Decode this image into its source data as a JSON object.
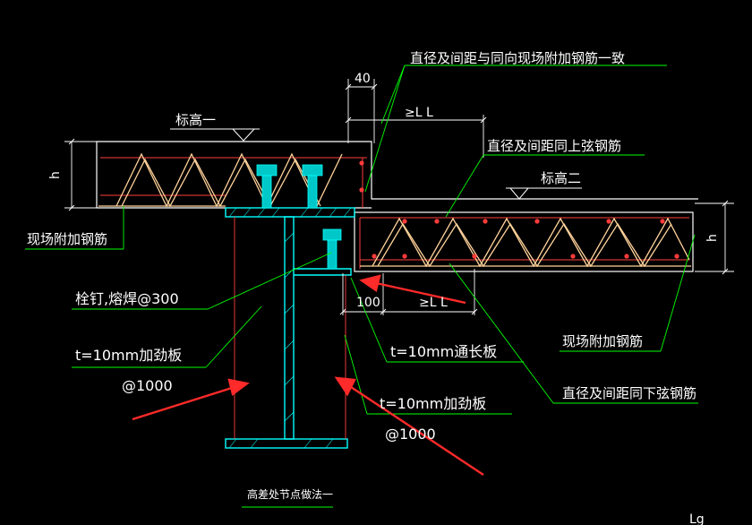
{
  "drawing": {
    "title": "高差处节点做法一",
    "corner_text": "Lg",
    "colors": {
      "background": "#000000",
      "label": "#ffffff",
      "leader": "#00ff00",
      "concrete": "#ffffff",
      "steel": "#00ffff",
      "truss": "#ffd29a",
      "rebar": "#ff3b3b",
      "arrow": "#ff2a2a",
      "stud": "#00c8c8"
    },
    "dimensions": {
      "top_width": "40",
      "top_anchor": "≥L L",
      "bottom_width": "100",
      "bottom_anchor": "≥L L",
      "height_left": "h",
      "height_right": "h"
    },
    "elevations": {
      "upper": "标高一",
      "lower": "标高二"
    },
    "callouts": {
      "top_rebar_match": "直径及间距与同向现场附加钢筋一致",
      "upper_chord": "直径及间距同上弦钢筋",
      "field_rebar_left": "现场附加钢筋",
      "stud_weld": "栓钉,熔焊@300",
      "stiffener_left": "t=10mm加劲板",
      "stiffener_left_spacing": "@1000",
      "through_plate": "t=10mm通长板",
      "stiffener_right": "t=10mm加劲板",
      "stiffener_right_spacing": "@1000",
      "field_rebar_right": "现场附加钢筋",
      "lower_chord": "直径及间距同下弦钢筋"
    }
  }
}
